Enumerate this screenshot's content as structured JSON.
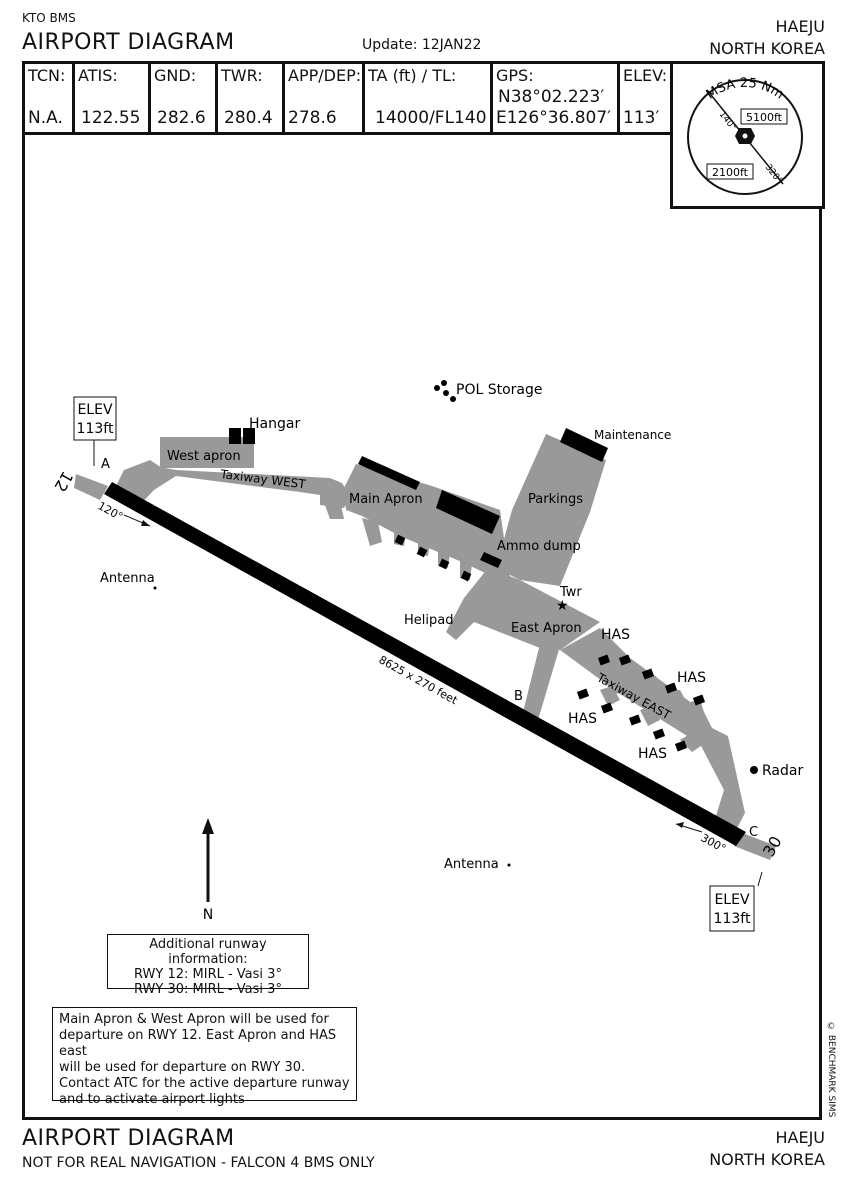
{
  "header": {
    "source": "KTO BMS",
    "title": "AIRPORT DIAGRAM",
    "update": "Update: 12JAN22",
    "airport": "HAEJU",
    "country": "NORTH KOREA"
  },
  "info": {
    "tcn": {
      "label": "TCN:",
      "value": "N.A."
    },
    "atis": {
      "label": "ATIS:",
      "value": "122.55"
    },
    "gnd": {
      "label": "GND:",
      "value": "282.6"
    },
    "twr": {
      "label": "TWR:",
      "value": "280.4"
    },
    "app": {
      "label": "APP/DEP:",
      "value": "278.6"
    },
    "ta": {
      "label": "TA (ft) / TL:",
      "value": "14000/FL140"
    },
    "gps": {
      "label": "GPS:",
      "lat": "N38°02.223′",
      "lon": "E126°36.807′"
    },
    "elev": {
      "label": "ELEV:",
      "value": "113′"
    }
  },
  "msa": {
    "title": "MSA 25 Nm",
    "sector_a_alt": "5100ft",
    "sector_b_alt": "2100ft",
    "bearing_a": "140°",
    "bearing_b": "320°"
  },
  "diagram": {
    "rwy12_label": "12",
    "rwy30_label": "30",
    "hdg120": "120°",
    "hdg300": "300°",
    "elev_left": [
      "ELEV",
      "113ft"
    ],
    "elev_right": [
      "ELEV",
      "113ft"
    ],
    "runway_dims": "8625 x 270 feet",
    "taxi_a": "A",
    "taxi_b": "B",
    "taxi_c": "C",
    "hangar": "Hangar",
    "west_apron": "West apron",
    "taxiway_west": "Taxiway WEST",
    "main_apron": "Main Apron",
    "pol_storage": "POL Storage",
    "maintenance": "Maintenance",
    "parkings": "Parkings",
    "ammo_dump": "Ammo dump",
    "twr": "Twr",
    "helipad": "Helipad",
    "east_apron": "East Apron",
    "has_1": "HAS",
    "has_2": "HAS",
    "has_3": "HAS",
    "has_4": "HAS",
    "taxiway_east": "Taxiway EAST",
    "radar": "Radar",
    "antenna_1": "Antenna",
    "antenna_2": "Antenna",
    "north": "N"
  },
  "notes": {
    "runway_info": [
      "Additional runway information:",
      "RWY 12: MIRL - Vasi 3°",
      "RWY 30: MIRL - Vasi 3°"
    ],
    "departure": [
      "Main Apron & West Apron will be used for",
      "departure on RWY 12. East Apron and HAS east",
      "will be used for departure on RWY 30.",
      "Contact ATC for the active departure runway",
      "and to activate airport lights"
    ]
  },
  "footer": {
    "title": "AIRPORT DIAGRAM",
    "disclaimer": "NOT FOR REAL NAVIGATION - FALCON 4 BMS ONLY",
    "airport": "HAEJU",
    "country": "NORTH KOREA",
    "copyright": "© BENCHMARK SIMS"
  },
  "colors": {
    "taxiway": "#999999",
    "runway": "#000000",
    "ink": "#111111"
  }
}
